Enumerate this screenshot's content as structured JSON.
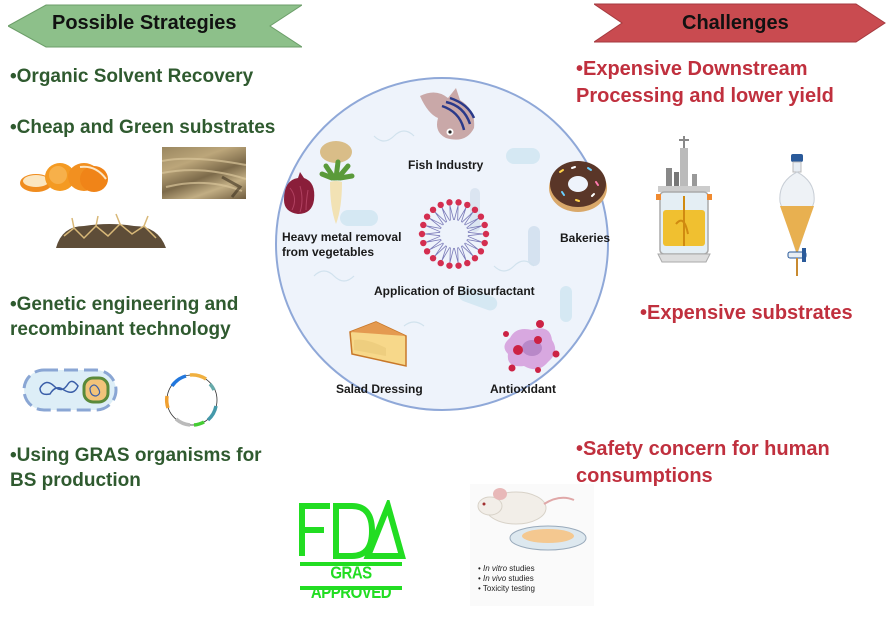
{
  "left_banner": {
    "title": "Possible Strategies",
    "color": "#8dc08a"
  },
  "right_banner": {
    "title": "Challenges",
    "color": "#c94b50"
  },
  "strategies": [
    {
      "text": "•Organic Solvent Recovery"
    },
    {
      "text": "•Cheap and Green substrates"
    },
    {
      "line1": "•Genetic engineering and",
      "line2": "recombinant technology"
    },
    {
      "line1": "•Using GRAS organisms for",
      "line2": "BS production"
    }
  ],
  "challenges": [
    {
      "line1": "•Expensive Downstream",
      "line2": "Processing and lower yield"
    },
    {
      "text": "•Expensive  substrates"
    },
    {
      "line1": "•Safety concern for human",
      "line2": "consumptions"
    }
  ],
  "center_circle": {
    "title": "Application of Biosurfactant",
    "applications": {
      "fish": "Fish Industry",
      "heavy_metal_line1": "Heavy metal removal",
      "heavy_metal_line2": "from vegetables",
      "bakeries": "Bakeries",
      "salad": "Salad Dressing",
      "antioxidant": "Antioxidant"
    }
  },
  "fda_logo": {
    "letters": "FDA",
    "subtitle": "GRAS APPROVED",
    "color": "#22dd22"
  },
  "testing_box": {
    "items": [
      {
        "italic": "In vitro",
        "rest": " studies"
      },
      {
        "italic": "In vivo",
        "rest": " studies"
      },
      {
        "italic": "",
        "rest": "Toxicity testing"
      }
    ]
  },
  "colors": {
    "strategy_text": "#2f5a2f",
    "challenge_text": "#c0303e",
    "circle_fill": "#eef3fb",
    "circle_stroke": "#8fa8d8"
  }
}
